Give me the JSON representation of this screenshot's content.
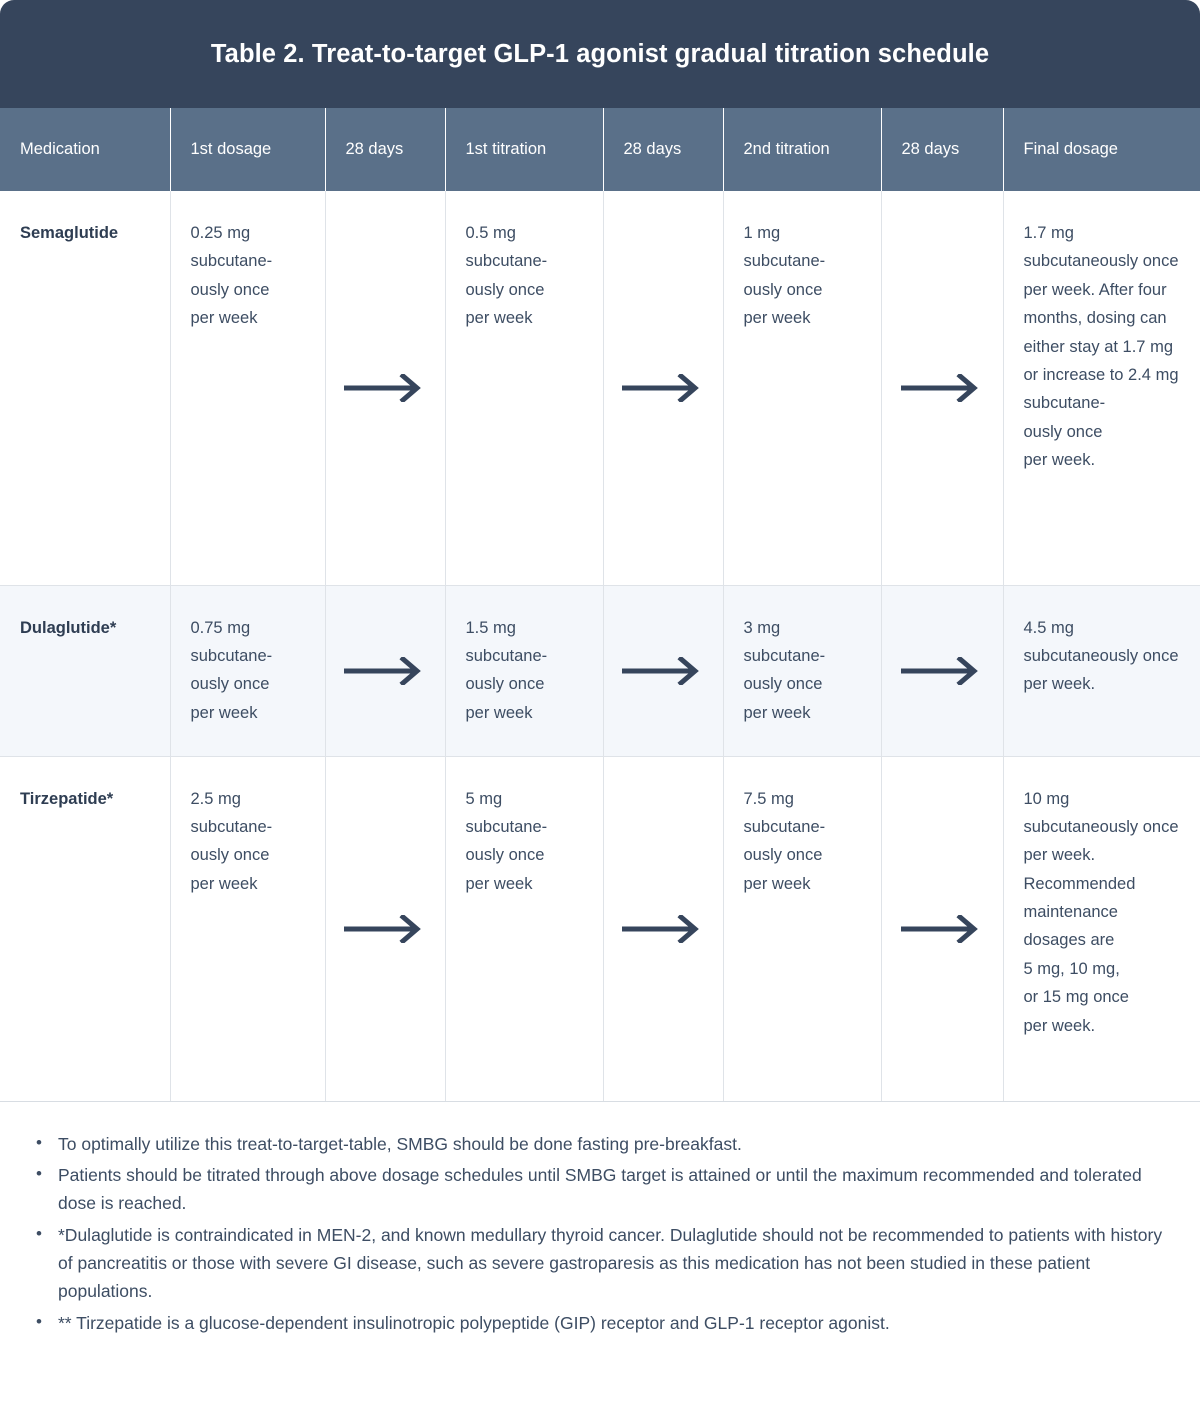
{
  "title": "Table 2. Treat-to-target GLP-1 agonist gradual titration schedule",
  "colors": {
    "title_bar_bg": "#36455c",
    "header_row_bg": "#5a7089",
    "alt_row_bg": "#f4f7fb",
    "body_text": "#3d4d63",
    "grid_line": "#dfe3e8",
    "arrow": "#36455c"
  },
  "columns": [
    {
      "key": "medication",
      "label": "Medication"
    },
    {
      "key": "first_dosage",
      "label": "1st dosage"
    },
    {
      "key": "interval_1",
      "label": "28 days"
    },
    {
      "key": "first_titration",
      "label": "1st titration"
    },
    {
      "key": "interval_2",
      "label": "28 days"
    },
    {
      "key": "second_titration",
      "label": "2nd titration"
    },
    {
      "key": "interval_3",
      "label": "28 days"
    },
    {
      "key": "final_dosage",
      "label": "Final dosage"
    }
  ],
  "arrow_icon": "right-arrow-icon",
  "rows": [
    {
      "medication": "Semaglutide",
      "first_dosage": "0.25 mg subcutane-\nously once\nper week",
      "first_titration": "0.5 mg subcutane-\nously once\nper week",
      "second_titration": "1 mg subcutane-\nously once\nper week",
      "final_dosage_part1": "1.7 mg subcutaneously once per week.",
      "final_dosage_part2": "After four months, dosing can either stay at 1.7 mg or increase to 2.4 mg subcutane-\nously once\nper week."
    },
    {
      "medication": "Dulaglutide*",
      "first_dosage": "0.75 mg subcutane-\nously once\nper week",
      "first_titration": "1.5 mg subcutane-\nously once\nper week",
      "second_titration": "3 mg subcutane-\nously once\nper week",
      "final_dosage_part1": "4.5 mg subcutaneously once per week.",
      "final_dosage_part2": ""
    },
    {
      "medication": "Tirzepatide*",
      "first_dosage": "2.5 mg subcutane-\nously once\nper week",
      "first_titration": "5 mg subcutane-\nously once\nper week",
      "second_titration": "7.5 mg subcutane-\nously once\nper week",
      "final_dosage_part1": "10 mg subcutaneously once per week.",
      "final_dosage_part2": "Recommended maintenance dosages are\n5 mg, 10 mg,\nor 15 mg once\nper week."
    }
  ],
  "footnotes": [
    "To optimally utilize this treat-to-target-table, SMBG should be done fasting pre-breakfast.",
    "Patients should be titrated through above dosage schedules until SMBG target is attained or until the maximum recommended and tolerated dose is reached.",
    "*Dulaglutide is contraindicated in MEN-2, and known medullary thyroid cancer.  Dulaglutide should not be recommended to patients with history of pancreatitis or those with severe GI disease, such as severe gastroparesis as this medication has not been studied in these patient populations.",
    "** Tirzepatide is a glucose-dependent insulinotropic polypeptide (GIP) receptor and GLP-1 receptor agonist."
  ]
}
